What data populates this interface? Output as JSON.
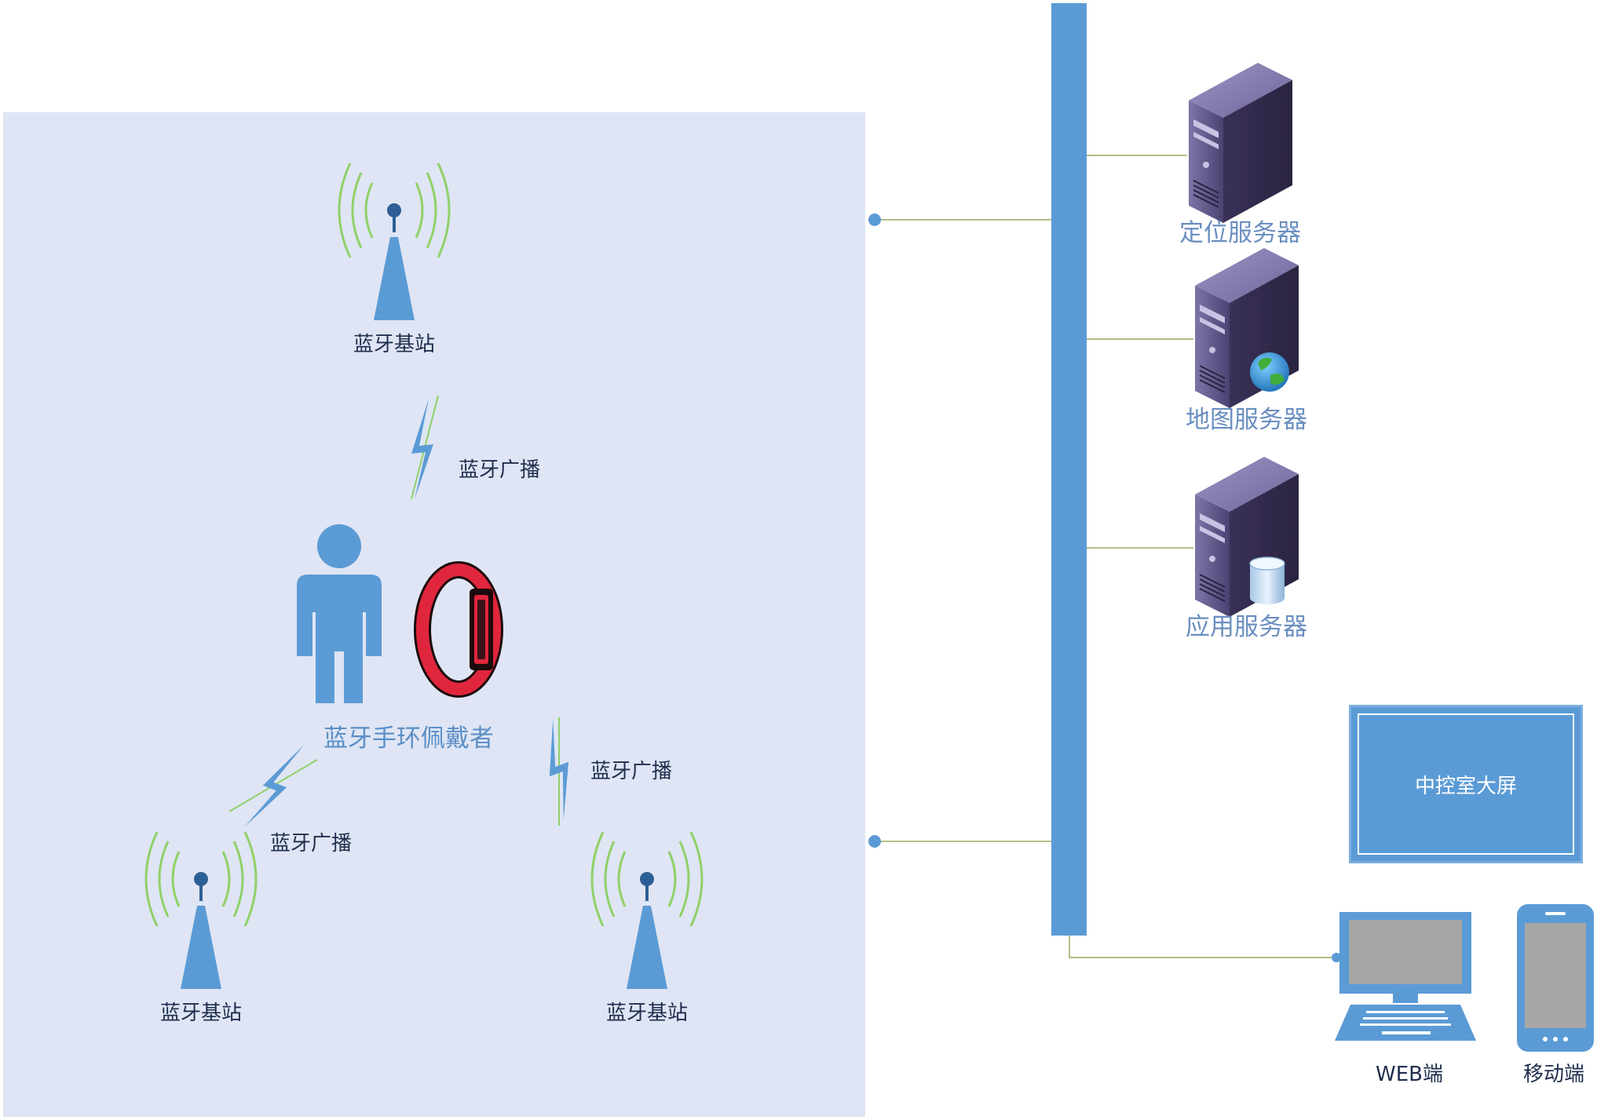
{
  "zone": {
    "station_top": "蓝牙基站",
    "station_bottom_left": "蓝牙基站",
    "station_bottom_right": "蓝牙基站",
    "broadcast_top": "蓝牙广播",
    "broadcast_left": "蓝牙广播",
    "broadcast_right": "蓝牙广播",
    "wearer": "蓝牙手环佩戴者"
  },
  "servers": {
    "positioning": "定位服务器",
    "map": "地图服务器",
    "application": "应用服务器"
  },
  "clients": {
    "big_screen": "中控室大屏",
    "web": "WEB端",
    "mobile": "移动端"
  },
  "colors": {
    "zone_bg": "#dfe5f4",
    "bus": "#5b9bd5",
    "signal_wave": "#8fd16a",
    "bracelet": "#e0263c",
    "server_body": "#4a3f6e"
  }
}
